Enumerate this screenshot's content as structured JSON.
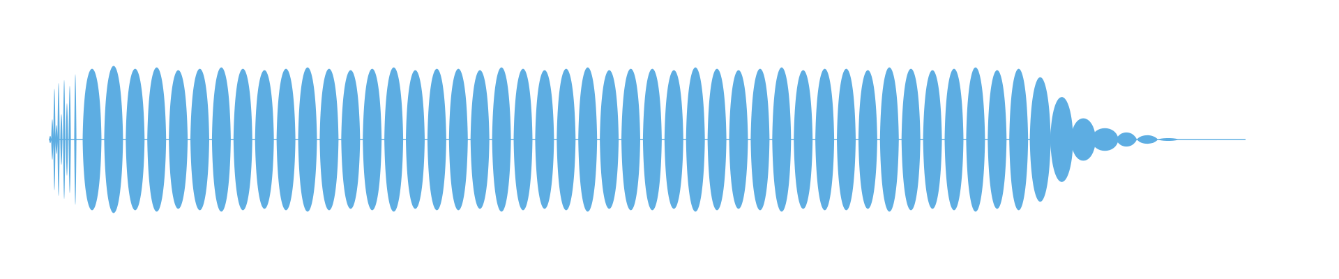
{
  "waveform": {
    "color": "#5DADE2",
    "lobe_count": 48,
    "lobe_amplitudes": [
      1.0,
      1.04,
      1.0,
      1.02,
      0.98,
      1.0,
      1.02,
      1.0,
      0.98,
      1.0,
      1.02,
      1.0,
      0.98,
      1.0,
      1.02,
      0.98,
      1.0,
      1.0,
      0.98,
      1.02,
      1.0,
      0.98,
      1.0,
      1.02,
      0.98,
      1.0,
      1.0,
      0.98,
      1.02,
      1.0,
      0.98,
      1.0,
      1.02,
      0.98,
      1.0,
      1.0,
      0.98,
      1.02,
      1.0,
      0.98,
      1.0,
      1.02,
      0.98,
      1.0,
      0.88,
      0.6,
      0.3,
      0.16
    ],
    "tail_amplitudes": [
      0.1,
      0.06,
      0.02
    ],
    "onset_spikes": [
      0.05,
      0.28,
      0.7,
      0.2,
      0.78,
      0.35,
      0.82,
      0.5,
      0.74,
      0.9
    ]
  }
}
